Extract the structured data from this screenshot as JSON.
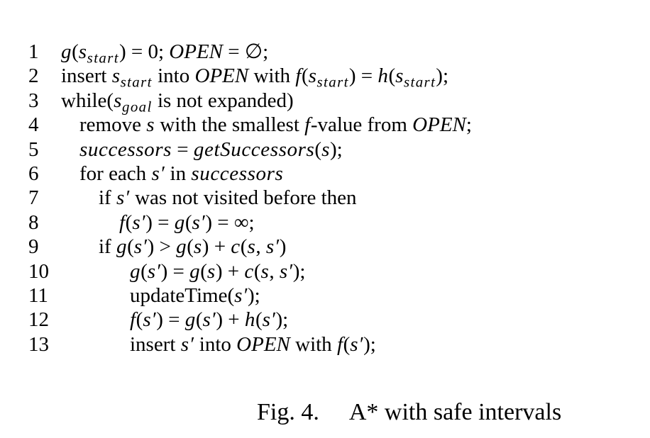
{
  "algorithm": {
    "lines": [
      {
        "number": "1",
        "text": "g(s_start) = 0; OPEN = ∅;"
      },
      {
        "number": "2",
        "text": "insert s_start into OPEN with f(s_start) = h(s_start);"
      },
      {
        "number": "3",
        "text": "while(s_goal is not expanded)"
      },
      {
        "number": "4",
        "text": "remove s with the smallest f-value from OPEN;"
      },
      {
        "number": "5",
        "text": "successors = getSuccessors(s);"
      },
      {
        "number": "6",
        "text": "for each s′ in successors"
      },
      {
        "number": "7",
        "text": "if s′ was not visited before then"
      },
      {
        "number": "8",
        "text": "f(s′) = g(s′) = ∞;"
      },
      {
        "number": "9",
        "text": "if g(s′) > g(s) + c(s, s′)"
      },
      {
        "number": "10",
        "text": "g(s′) = g(s) + c(s, s′);"
      },
      {
        "number": "11",
        "text": "updateTime(s′);"
      },
      {
        "number": "12",
        "text": "f(s′) = g(s′) + h(s′);"
      },
      {
        "number": "13",
        "text": "insert s′ into OPEN with f(s′);"
      }
    ]
  },
  "caption": {
    "label": "Fig. 4.",
    "title": "A* with safe intervals"
  }
}
